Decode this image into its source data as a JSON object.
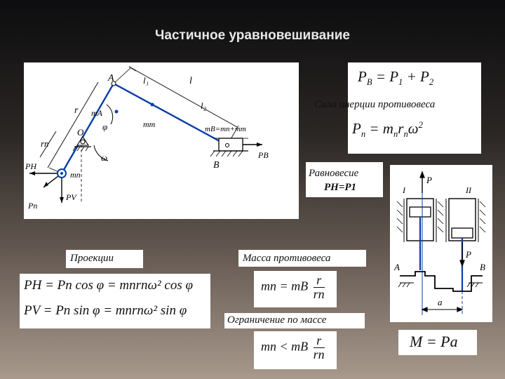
{
  "slide": {
    "title": "Частичное уравновешивание"
  },
  "formulas": {
    "pb_sum": {
      "lhs": "P",
      "lhs_sub": "B",
      "p1": "P",
      "p1_sub": "1",
      "p2": "P",
      "p2_sub": "2"
    },
    "inertia_caption": "Сила инерции противовеса",
    "pn": {
      "lhs": "P",
      "lhs_sub": "п",
      "m": "m",
      "m_sub": "п",
      "r": "r",
      "r_sub": "п",
      "omega": "ω",
      "pow": "2"
    },
    "equilibrium_caption": "Равновесие",
    "equilibrium_eq": "PH=P1",
    "projections_caption": "Проекции",
    "ph": "PH = Pп cos φ = mпrпω² cos φ",
    "pv": "PV = Pп sin φ = mпrпω² sin φ",
    "mass_caption": "Масса противовеса",
    "mass_eq": {
      "lhs": "mп",
      "op": "=",
      "mb": "mB",
      "num": "r",
      "den": "rп"
    },
    "limit_caption": "Ограничение по массе",
    "limit_eq": {
      "lhs": "mп",
      "op": "<",
      "mb": "mB",
      "num": "r",
      "den": "rп"
    },
    "moment": "M = Pa"
  },
  "mechanism": {
    "labels": {
      "A": "A",
      "B": "B",
      "O": "O",
      "l": "l",
      "l1": "l₁",
      "l2": "l₂",
      "r": "r",
      "rn": "rп",
      "mA": "mA",
      "mn": "mп",
      "mt": "mт",
      "mB_eq": "mB=mп+mт",
      "omega": "ω",
      "phi": "φ",
      "PH": "PH",
      "PV": "PV",
      "Pn": "Pп",
      "PB": "PB"
    }
  },
  "engine": {
    "labels": {
      "I": "I",
      "II": "II",
      "P_top": "P",
      "P_mid": "P",
      "A": "A",
      "B": "B",
      "a": "a"
    }
  }
}
